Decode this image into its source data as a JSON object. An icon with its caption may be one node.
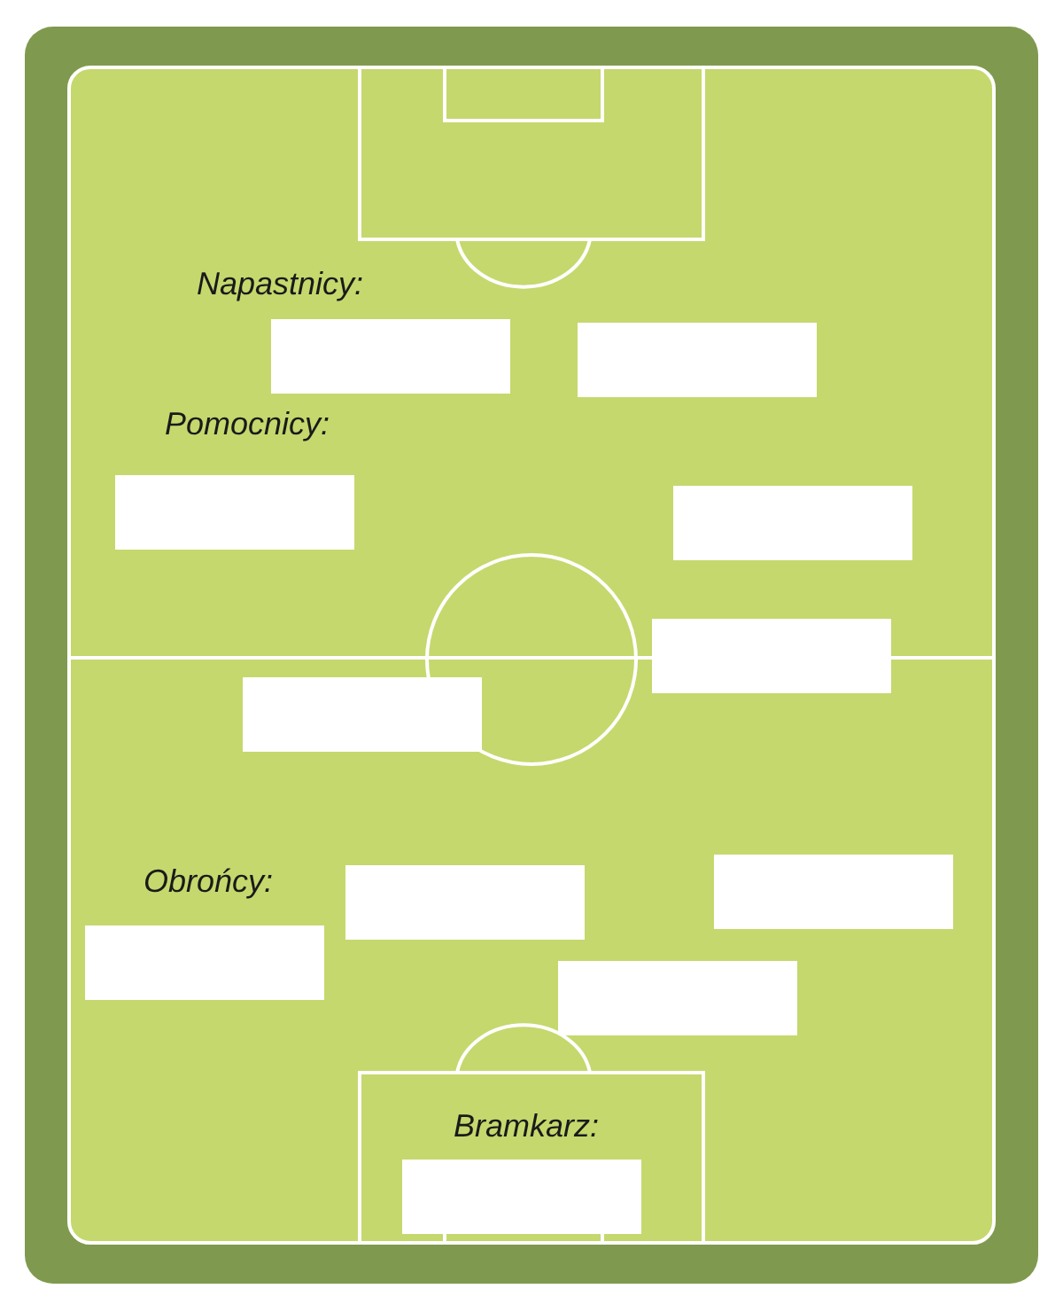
{
  "diagram": {
    "labels": [
      "Napastnicy:",
      "Pomocnicy:",
      "Obrońcy:",
      "Bramkarz:"
    ]
  }
}
